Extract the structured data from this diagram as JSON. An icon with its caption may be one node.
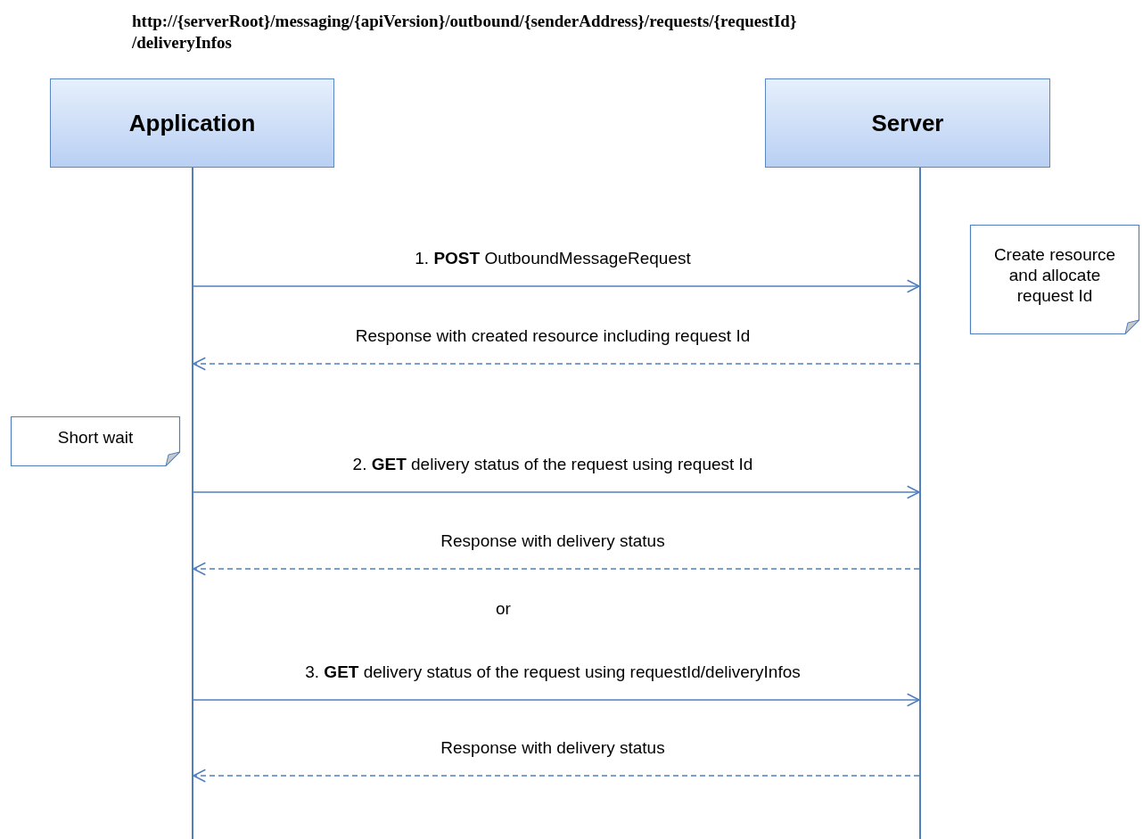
{
  "diagram": {
    "title": "http://{serverRoot}/messaging/{apiVersion}/outbound/{senderAddress}/requests/{requestId} /deliveryInfos",
    "nodes": [
      {
        "text": [
          "Application"
        ]
      },
      {
        "text": [
          "Server"
        ]
      },
      {
        "text": [],
        "shape": "bar"
      },
      {
        "text": [],
        "shape": "bar"
      },
      {
        "text": [
          "Create resource and allocate request Id"
        ]
      },
      {
        "text": [
          "Short wait"
        ]
      }
    ],
    "edges": [
      {
        "from": 2,
        "to": 3,
        "arrow": "to",
        "label": "1. **POST** OutboundMessageRequest"
      },
      {
        "from": 3,
        "to": 2,
        "arrow": "to",
        "style": "dashed",
        "label": "Response with created resource including request Id"
      },
      {
        "from": 2,
        "to": 3,
        "arrow": "to",
        "label": "2. **GET** delivery status of the request using request Id"
      },
      {
        "from": 3,
        "to": 2,
        "arrow": "to",
        "style": "dashed",
        "label": "Response with delivery status"
      },
      {
        "from": 2,
        "to": 3,
        "arrow": "to",
        "label": "3. **GET** delivery status of the request using requestId/deliveryInfos"
      },
      {
        "from": 3,
        "to": 2,
        "arrow": "to",
        "style": "dashed",
        "label": "Response with delivery status"
      }
    ],
    "labels": [
      "or"
    ]
  }
}
